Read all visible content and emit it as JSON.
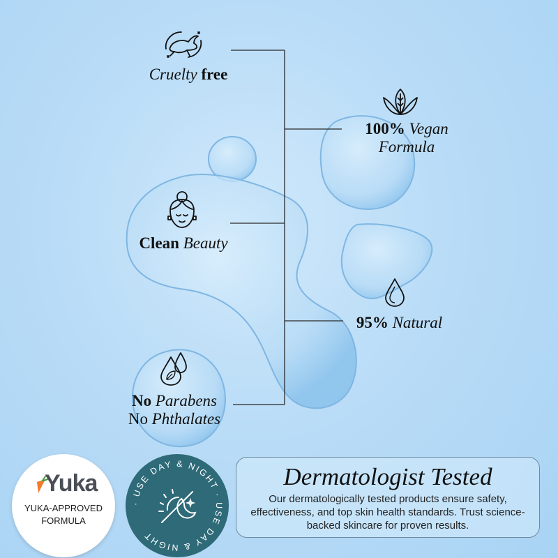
{
  "features": {
    "cruelty": {
      "part1": "Cruelty",
      "part2": "free",
      "icon": "rabbit-icon"
    },
    "vegan": {
      "line1_bold": "100%",
      "line1_italic": "Vegan",
      "line2": "Formula",
      "icon": "leaf-icon"
    },
    "clean": {
      "part1": "Clean",
      "part2": "Beauty",
      "icon": "woman-face-icon"
    },
    "natural": {
      "part1": "95%",
      "part2": "Natural",
      "icon": "water-drop-icon"
    },
    "parabens": {
      "line1_bold": "No",
      "line1_italic": "Parabens",
      "line2_plain": "No",
      "line2_italic": "Phthalates",
      "icon": "double-drop-leaf-icon"
    }
  },
  "yuka_badge": {
    "brand": "Yuka",
    "line1": "YUKA-APPROVED",
    "line2": "FORMULA",
    "icon": "carrot-icon",
    "brand_color": "#4a4f57",
    "carrot_color": "#f07b2a"
  },
  "day_night_badge": {
    "ring_text": "· USE DAY & NIGHT · USE DAY & NIGHT",
    "icon": "sun-moon-icon",
    "bg_color": "#2e6a78"
  },
  "dermatologist": {
    "title": "Dermatologist Tested",
    "body": "Our dermatologically tested products ensure safety, effectiveness, and top skin health standards. Trust science-backed skincare for proven results."
  },
  "colors": {
    "background": "#b9dcf7",
    "connector_line": "#2a2a2a"
  }
}
